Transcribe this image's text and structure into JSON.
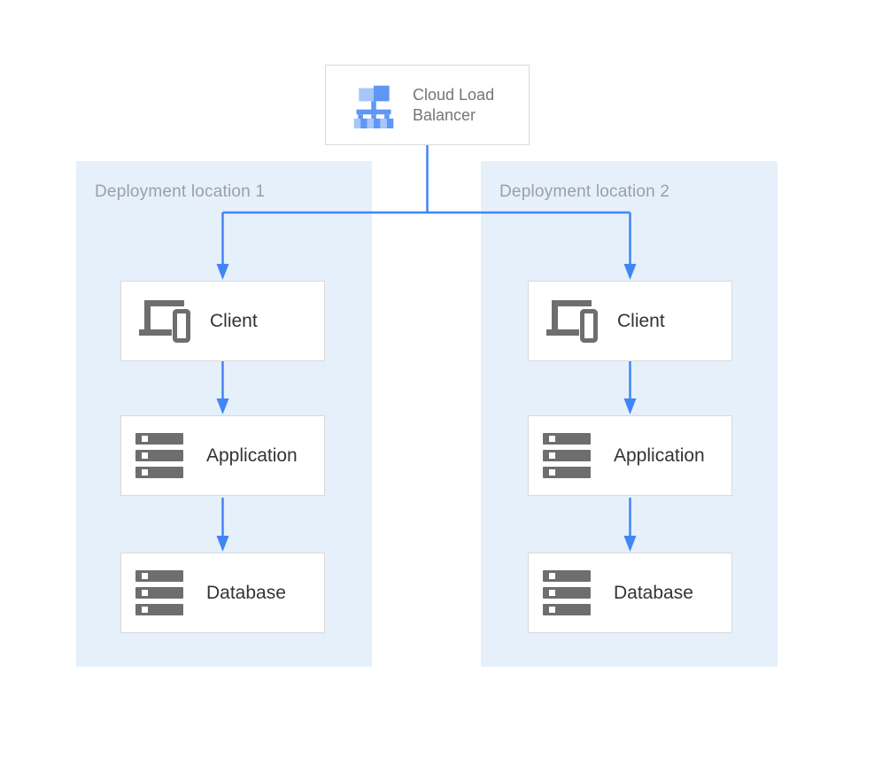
{
  "colors": {
    "arrow-blue": "#4285F4",
    "panel-bg": "#E6F0FB",
    "box-border": "#D9D9D9",
    "icon-gray": "#6E6E6E",
    "label-gray": "#9AA0A6",
    "lb-text-gray": "#757575",
    "node-text": "#333333",
    "lb-light-blue": "#A8C6FA",
    "lb-medium-blue": "#5E97F6"
  },
  "diagram": {
    "load_balancer": {
      "label": "Cloud Load Balancer",
      "icon": "load-balancer-icon"
    },
    "locations": [
      {
        "label": "Deployment location 1",
        "nodes": [
          {
            "label": "Client",
            "icon": "client-devices-icon"
          },
          {
            "label": "Application",
            "icon": "server-stack-icon"
          },
          {
            "label": "Database",
            "icon": "server-stack-icon"
          }
        ]
      },
      {
        "label": "Deployment location 2",
        "nodes": [
          {
            "label": "Client",
            "icon": "client-devices-icon"
          },
          {
            "label": "Application",
            "icon": "server-stack-icon"
          },
          {
            "label": "Database",
            "icon": "server-stack-icon"
          }
        ]
      }
    ]
  }
}
